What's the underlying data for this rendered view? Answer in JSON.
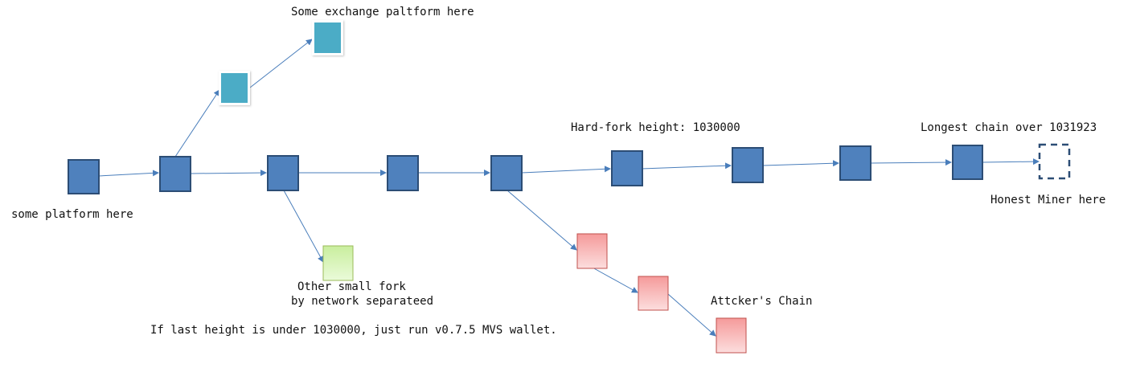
{
  "labels": {
    "exchange": "Some exchange paltform here",
    "platform": "some platform here",
    "hardfork": "Hard-fork height: 1030000",
    "longest": "Longest chain over 1031923",
    "honest": "Honest Miner here",
    "small_fork_1": "Other small fork",
    "small_fork_2": "by network separateed",
    "attacker": "Attcker's Chain",
    "note": "If last height is under 1030000, just run v0.7.5 MVS wallet."
  },
  "colors": {
    "main_block": "#4f81bd",
    "main_block_border": "#2c4d75",
    "exchange_block": "#4bacc6",
    "small_fork_block": "#d7f5b8",
    "small_fork_border": "#9bbb59",
    "attacker_block": "#f8b4b4",
    "attacker_border": "#c0504d",
    "pending_block_border": "#2c4d75",
    "arrow": "#4a7ebb"
  }
}
